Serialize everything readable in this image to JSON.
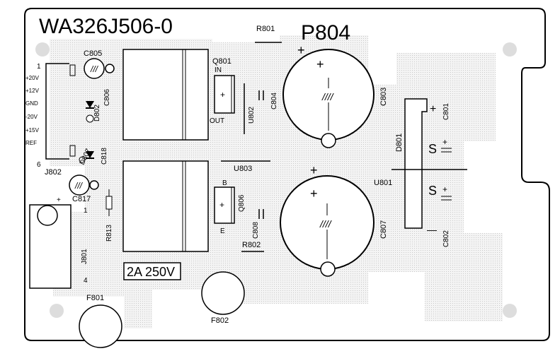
{
  "board": {
    "part_number": "WA326J506-0",
    "connector_name": "P804",
    "fuse_rating": "2A 250V"
  },
  "pin_labels": [
    "+20V",
    "+12V",
    "GND",
    "-20V",
    "+15V",
    "REF"
  ],
  "pin_numbers": {
    "top": "1",
    "bottom": "6"
  },
  "components": {
    "c805": "C805",
    "d802": "D802",
    "c806": "C806",
    "q801": "Q801",
    "q801_in": "IN",
    "q801_out": "OUT",
    "u802": "U802",
    "c804": "C804",
    "c803": "C803",
    "c801": "C801",
    "d801": "D801",
    "u801": "U801",
    "c802": "C802",
    "j802": "J802",
    "d807": "D807",
    "c818": "C818",
    "u803": "U803",
    "q806": "Q806",
    "q806_b": "B",
    "q806_e": "E",
    "c808": "C808",
    "c807": "C807",
    "c817": "C817",
    "r813": "R813",
    "r801": "R801",
    "r802": "R802",
    "j801": "J801",
    "j801_pin1": "1",
    "j801_pin4": "4",
    "f801": "F801",
    "f802": "F802"
  },
  "symbols": {
    "plus": "+",
    "minus": "—"
  }
}
